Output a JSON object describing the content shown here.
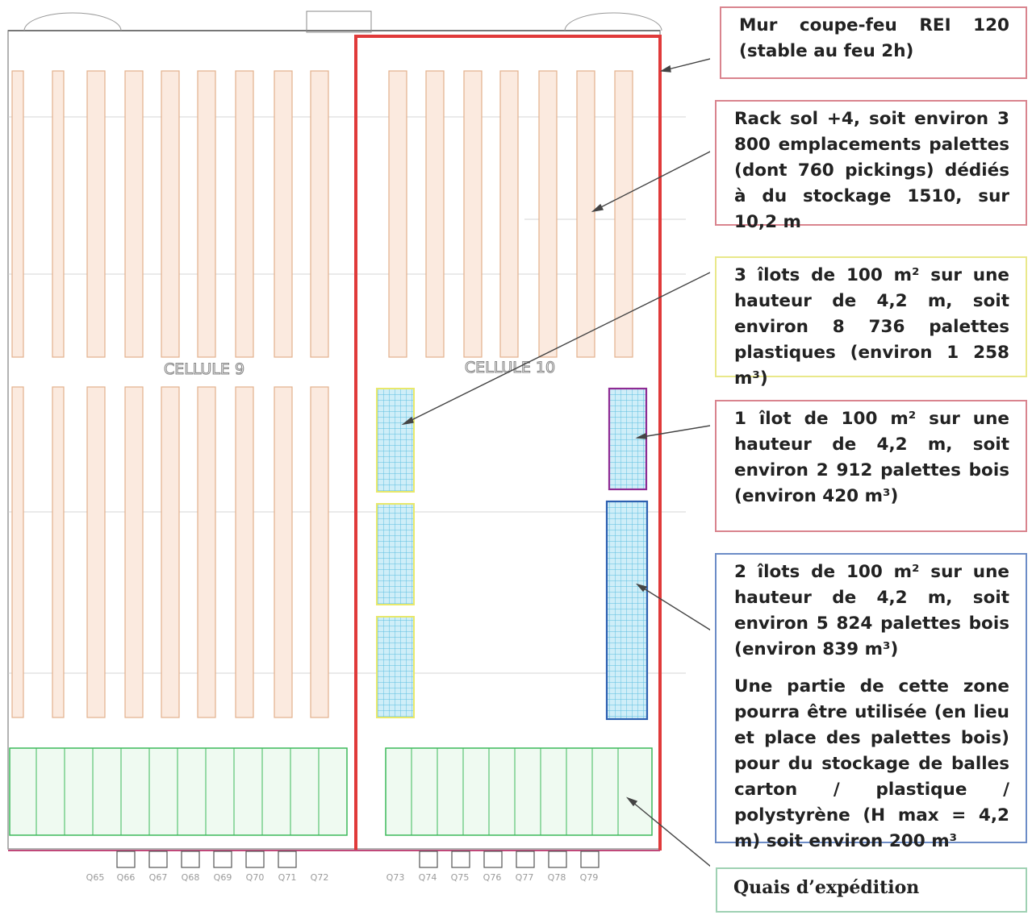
{
  "plan": {
    "cell_left_label": "CELLULE 9",
    "cell_right_label": "CELLULE 10",
    "quais_left": [
      "Q65",
      "Q66",
      "Q67",
      "Q68",
      "Q69",
      "Q70",
      "Q71",
      "Q72"
    ],
    "quais_right": [
      "Q73",
      "Q74",
      "Q75",
      "Q76",
      "Q77",
      "Q78",
      "Q79"
    ],
    "colors": {
      "fire_wall": "#e03a3a",
      "racks": "#e3b08c",
      "islands_fill": "#9edcf0",
      "picking_racks": "#3cb95a"
    }
  },
  "callouts": {
    "fire_wall": "Mur coupe-feu REI 120 (stable au feu 2h)",
    "rack": "Rack sol +4, soit environ 3 800 emplacements palettes (dont 760 pickings) dédiés à du stockage 1510, sur 10,2 m",
    "plastic_islands": "3 îlots de 100 m² sur une hauteur de 4,2 m, soit environ 8 736 palettes plastiques (environ 1 258 m³)",
    "wood_island": "1 îlot de 100 m² sur une hauteur de 4,2 m, soit environ 2 912 palettes bois (environ 420 m³)",
    "wood_islands_2": "2 îlots de 100 m² sur une hauteur de 4,2 m, soit environ 5 824 palettes bois (environ 839 m³)",
    "wood_islands_2_note": "Une partie de cette zone pourra être utilisée (en lieu et place des palettes bois) pour du stockage de balles carton / plastique / polystyrène (H max = 4,2 m) soit environ 200 m³",
    "quais": "Quais d’expédition"
  }
}
